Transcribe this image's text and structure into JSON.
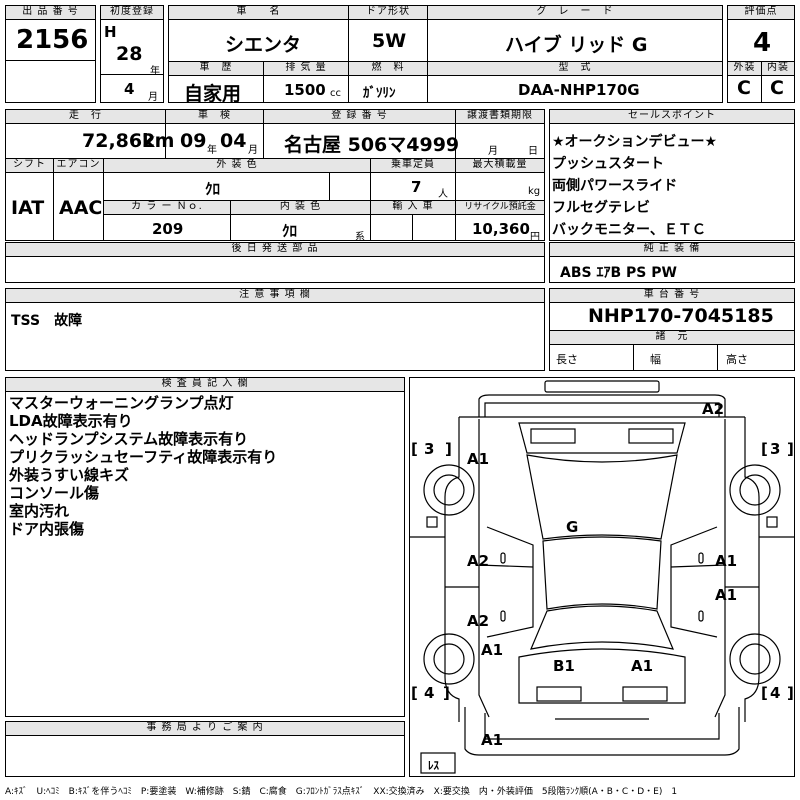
{
  "headers": {
    "lot_no": "出 品 番 号",
    "first_reg": "初度登録",
    "car_name": "車　　名",
    "door": "ドア形状",
    "grade": "グ　レ　ー　ド",
    "score": "評価点",
    "history": "車　歴",
    "displacement": "排 気 量",
    "fuel": "燃　料",
    "model": "型　式",
    "exterior": "外装",
    "interior": "内装",
    "mileage": "走　行",
    "inspection": "車　検",
    "plate": "登 録 番 号",
    "transfer": "譲渡書類期限",
    "selling": "セールスポイント",
    "shift": "シフト",
    "aircon": "エアコン",
    "ext_color": "外 装 色",
    "capacity": "乗車定員",
    "max_load": "最大積載量",
    "color_no": "カ ラ ー Ｎｏ.",
    "int_color": "内 装 色",
    "import": "輸 入 車",
    "recycle": "リサイクル預託金",
    "later_parts": "後 日 発 送 部 品",
    "genuine": "純 正 装 備",
    "caution": "注 意 事 項 欄",
    "chassis": "車 台 番 号",
    "spec": "諸　元",
    "inspector": "検 査 員 記 入 欄",
    "office": "事 務 局 よ り ご 案 内"
  },
  "vehicle": {
    "lot_no": "2156",
    "era": "H",
    "year": "28",
    "year_unit": "年",
    "month": "4",
    "month_unit": "月",
    "name": "シエンタ",
    "door": "5W",
    "grade": "ハイブ リッド G",
    "score": "4",
    "history": "自家用",
    "displacement": "1500",
    "displacement_unit": "cc",
    "fuel": "ｶﾞｿﾘﾝ",
    "model": "DAA-NHP170G",
    "exterior": "C",
    "interior": "C",
    "mileage": "72,862",
    "mileage_unit": "km",
    "insp_year": "09",
    "insp_year_unit": "年",
    "insp_month": "04",
    "insp_month_unit": "月",
    "plate": "名古屋 506マ4999",
    "transfer_month": "月",
    "transfer_day": "日",
    "shift": "IAT",
    "aircon": "AAC",
    "ext_color": "ｸﾛ",
    "capacity": "7",
    "capacity_unit": "人",
    "max_load_unit": "kg",
    "color_no": "209",
    "int_color": "ｸﾛ",
    "int_color_unit": "系",
    "recycle": "10,360",
    "recycle_unit": "円",
    "chassis": "NHP170-7045185",
    "spec_length": "長さ",
    "spec_width": "幅",
    "spec_height": "高さ"
  },
  "selling_points": [
    "★オークションデビュー★",
    "プッシュスタート",
    "両側パワースライド",
    "フルセグテレビ",
    "バックモニター、ＥＴＣ"
  ],
  "genuine_equipment": "ABS ｴｱB PS PW",
  "caution": "TSS　故障",
  "inspector_notes": [
    "マスターウォーニングランプ点灯",
    "LDA故障表示有り",
    "ヘッドランプシステム故障表示有り",
    "プリクラッシュセーフティ故障表示有り",
    "外装うすい線キズ",
    "コンソール傷",
    "室内汚れ",
    "ドア内張傷"
  ],
  "diagram_marks": {
    "rear_bumper": "A2",
    "front_left_fender": "A1",
    "roof": "G",
    "left_front_door": "A2",
    "right_front_door": "A1",
    "right_rear_door": "A1",
    "left_rear_door": "A2",
    "left_rear_quarter": "A1",
    "hood_left": "B1",
    "hood_right": "A1",
    "front_bumper": "A1",
    "tire_rl": "3",
    "tire_rr": "3",
    "tire_fl": "4",
    "tire_fr": "4",
    "lens": "ﾚｽ"
  },
  "legend": "A:ｷｽﾞ　U:ﾍｺﾐ　B:ｷｽﾞを伴うﾍｺﾐ　P:要塗装　W:補修跡　S:錆　C:腐食　G:ﾌﾛﾝﾄｶﾞﾗｽ点ｷｽﾞ　XX:交換済み　X:要交換　内・外装評価　5段階ﾗﾝｸ順(A・B・C・D・E)　1"
}
